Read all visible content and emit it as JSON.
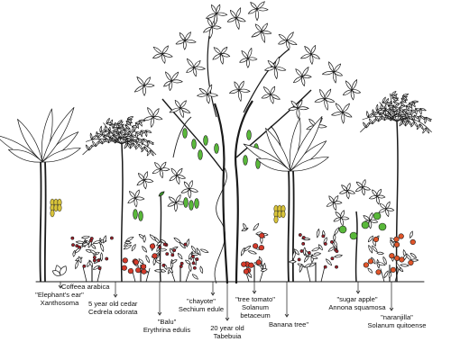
{
  "colors": {
    "ink": "#1a1a1a",
    "leaf_green": "#3f9a2c",
    "fruit_green": "#59b83a",
    "banana_yellow": "#d9c43a",
    "coffee_red": "#a0202a",
    "tomato_red": "#d43a2a",
    "naranjilla_orange": "#e0552a"
  },
  "icons": [
    "tree-icon",
    "palm-icon",
    "banana-plant-icon",
    "shrub-icon",
    "fruit-icon"
  ],
  "labels": {
    "elephants_ear": {
      "common": "\"Elephant's ear\"",
      "scientific": "Xanthosoma"
    },
    "coffee": {
      "scientific": "Coffeea arabica"
    },
    "cedar": {
      "line1": "5 year old cedar",
      "scientific": "Cedrela odorata"
    },
    "balu": {
      "common": "\"Balu\"",
      "scientific": "Erythrina edulis"
    },
    "chayote": {
      "common": "\"chayote\"",
      "scientific": "Sechium edule"
    },
    "tabebuia": {
      "line1": "20 year old",
      "scientific": "Tabebuia"
    },
    "tree_tomato": {
      "common": "\"tree tomato\"",
      "line2": "Solanum",
      "line3": "betaceum"
    },
    "banana": {
      "common": "Banana tree\""
    },
    "sugar_apple": {
      "common": "\"sugar apple\"",
      "scientific": "Annona squamosa"
    },
    "naranjilla": {
      "common": "\"naranjilla\"",
      "scientific": "Solanum quitoense"
    }
  }
}
